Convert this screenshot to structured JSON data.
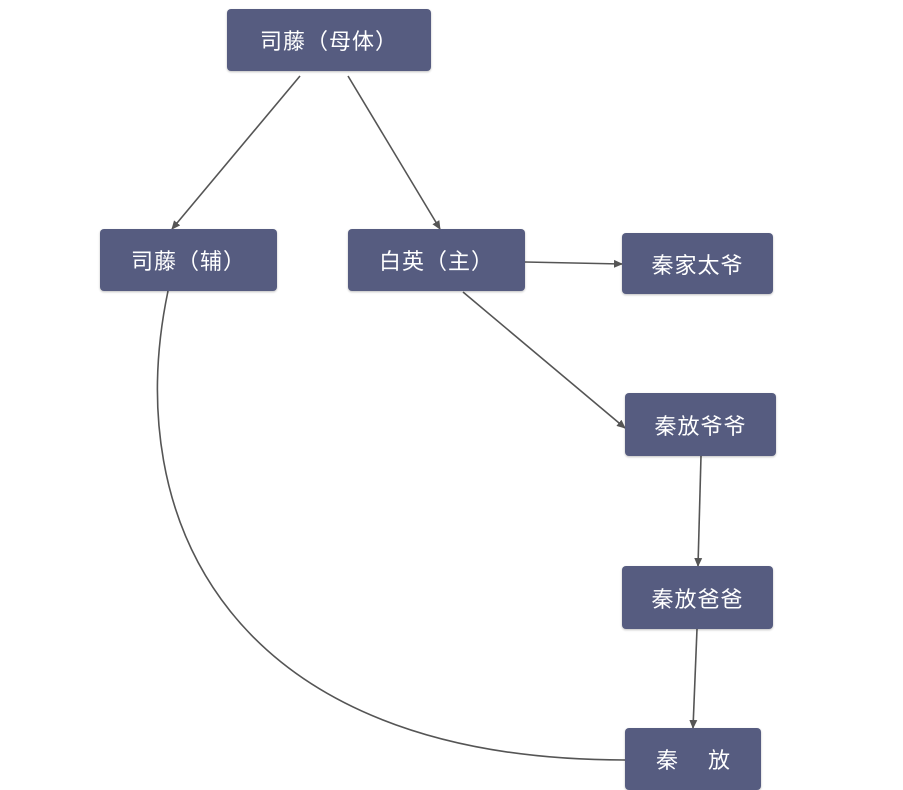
{
  "colors": {
    "node_fill": "#565c80",
    "node_text": "#ffffff",
    "edge": "#555555",
    "background": "#ffffff"
  },
  "nodes": {
    "mother": "司藤（母体）",
    "sub": "司藤（辅）",
    "main": "白英（主）",
    "great_grandfather": "秦家太爷",
    "grandfather": "秦放爷爷",
    "father": "秦放爸爸",
    "self": "秦放"
  },
  "edges": [
    {
      "from": "mother",
      "to": "sub",
      "shape": "straight"
    },
    {
      "from": "mother",
      "to": "main",
      "shape": "straight"
    },
    {
      "from": "main",
      "to": "great_grandfather",
      "shape": "straight"
    },
    {
      "from": "main",
      "to": "grandfather",
      "shape": "straight"
    },
    {
      "from": "grandfather",
      "to": "father",
      "shape": "straight"
    },
    {
      "from": "father",
      "to": "self",
      "shape": "straight"
    },
    {
      "from": "sub",
      "to": "self",
      "shape": "curve"
    }
  ]
}
